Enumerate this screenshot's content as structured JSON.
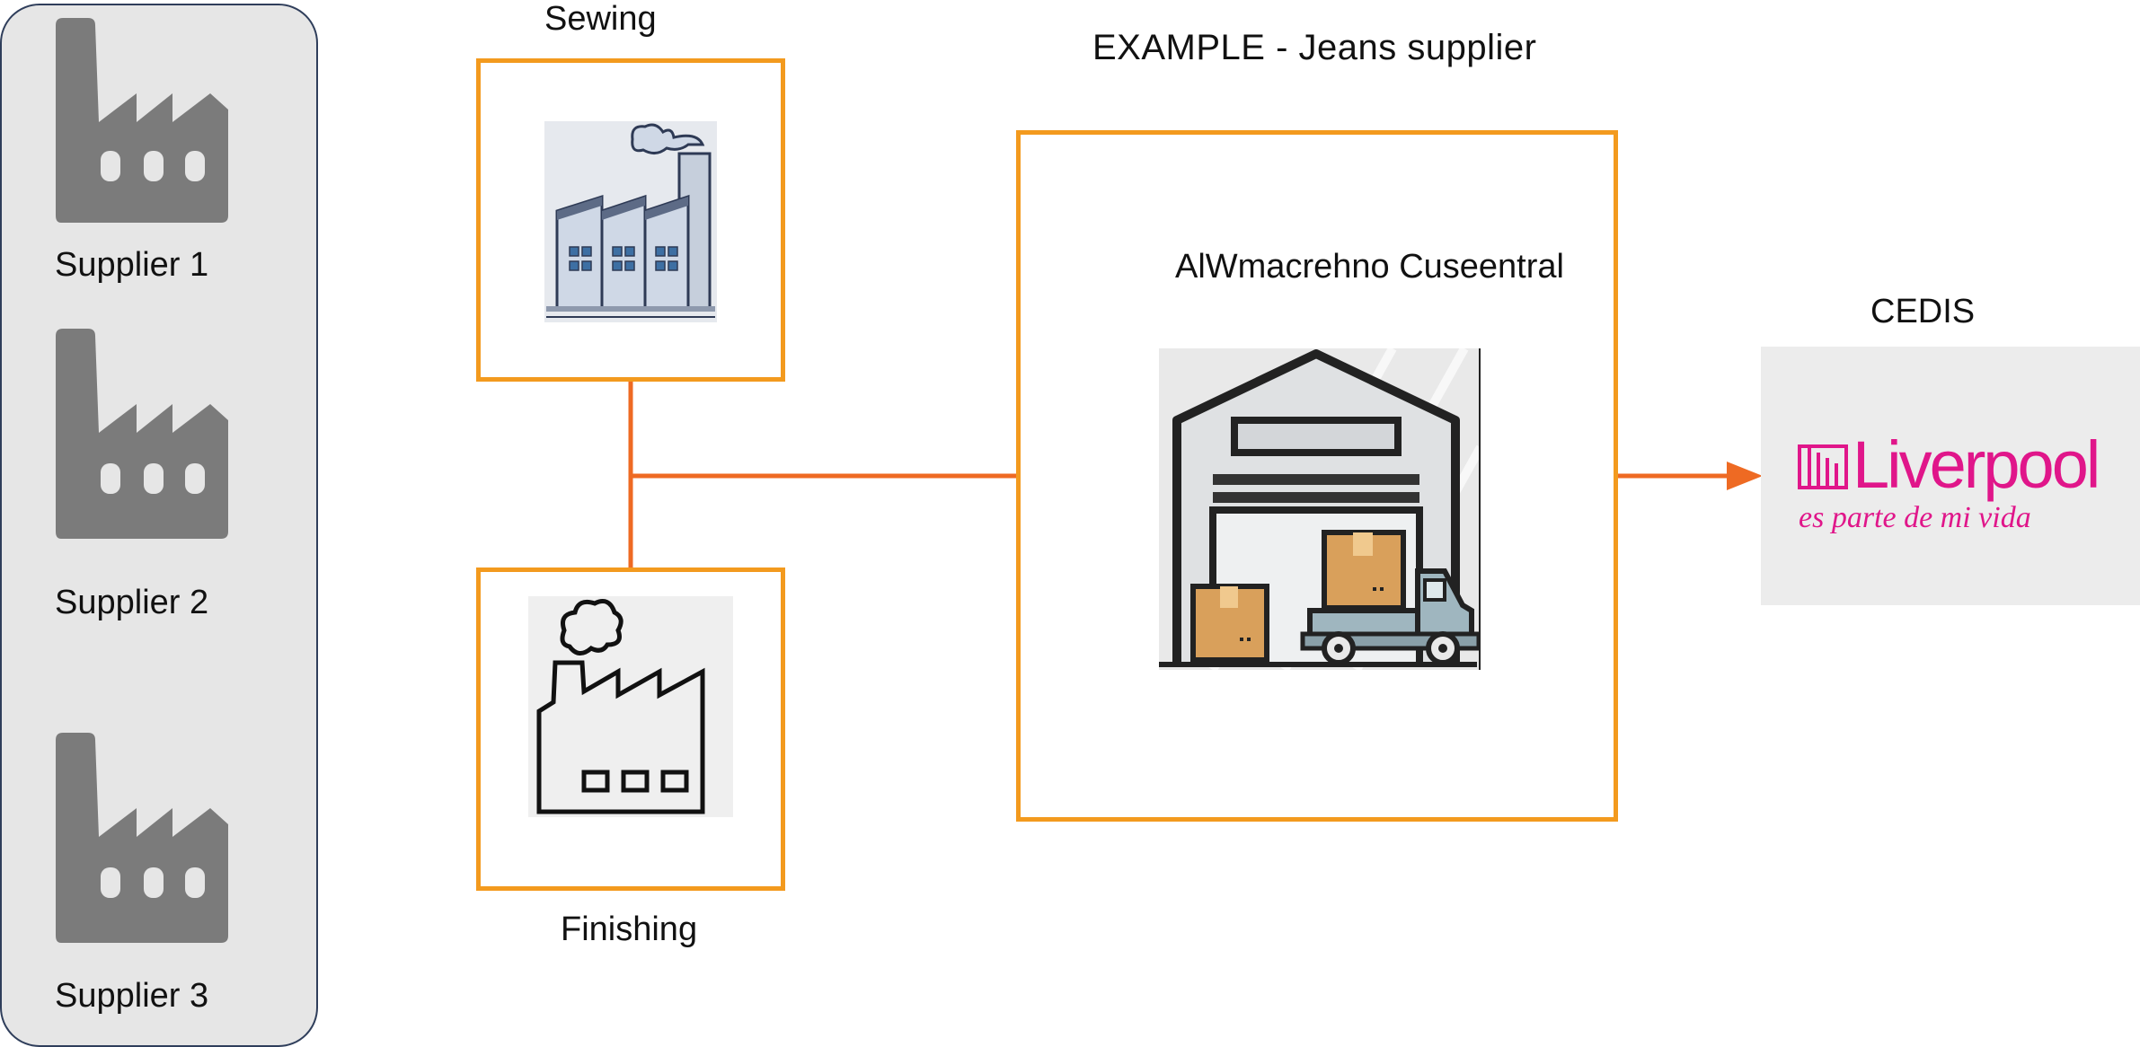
{
  "diagram": {
    "title": "EXAMPLE - Jeans supplier",
    "suppliers": [
      {
        "label": "Supplier 1"
      },
      {
        "label": "Supplier 2"
      },
      {
        "label": "Supplier 3"
      }
    ],
    "sewing": {
      "label": "Sewing"
    },
    "finishing": {
      "label": "Finishing"
    },
    "warehouse": {
      "label": "AlWmacrehno Cuseentral"
    },
    "cedis": {
      "label": "CEDIS",
      "logo_text": "Liverpool",
      "logo_tagline": "es parte de mi vida"
    }
  },
  "colors": {
    "box_border": "#f39a1e",
    "connector": "#ee6a23",
    "supplier_panel": "#e6e6e6",
    "factory_icon": "#7b7b7b",
    "brand_pink": "#e0168a"
  }
}
